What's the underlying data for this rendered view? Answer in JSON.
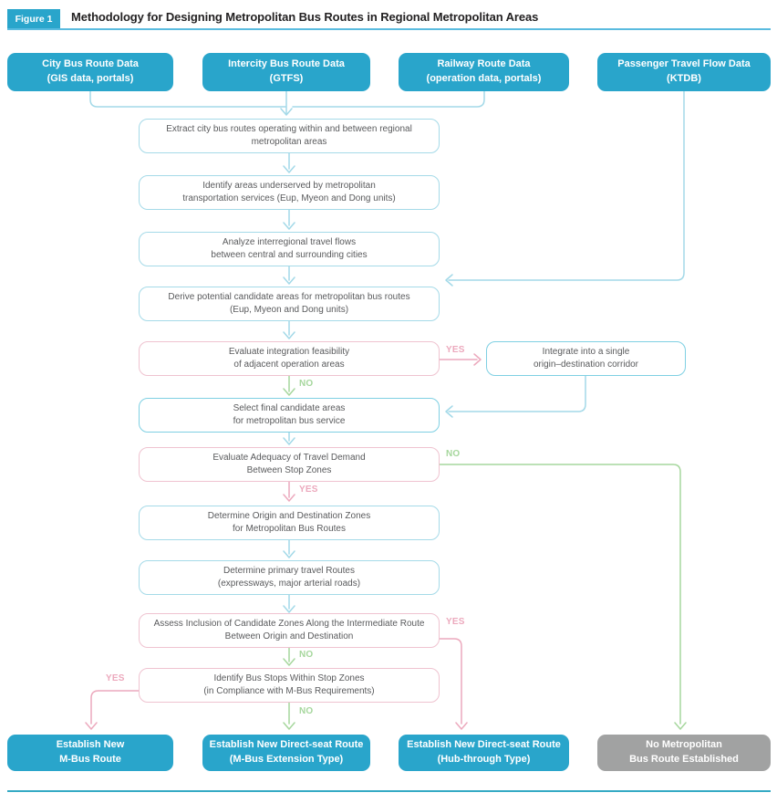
{
  "figure": {
    "badge": "Figure 1",
    "title": "Methodology for Designing Metropolitan Bus Routes in Regional Metropolitan Areas"
  },
  "labels": {
    "yes": "YES",
    "no": "NO"
  },
  "sources": [
    {
      "text": "City Bus Route Data\n(GIS data, portals)"
    },
    {
      "text": "Intercity Bus Route Data\n(GTFS)"
    },
    {
      "text": "Railway Route Data\n(operation data, portals)"
    },
    {
      "text": "Passenger Travel Flow Data\n(KTDB)"
    }
  ],
  "steps": {
    "extract": "Extract city bus routes operating within and between regional\nmetropolitan areas",
    "identify_underserved": "Identify areas underserved by metropolitan\ntransportation services (Eup, Myeon and Dong units)",
    "analyze_flows": "Analyze interregional travel flows\nbetween central and surrounding cities",
    "derive_candidates": "Derive potential candidate areas for metropolitan bus routes\n(Eup, Myeon and Dong units)",
    "evaluate_integration": "Evaluate integration feasibility\nof adjacent operation areas",
    "integrate_corridor": "Integrate into a single\norigin–destination corridor",
    "select_final": "Select final candidate areas\nfor metropolitan bus service",
    "evaluate_demand": "Evaluate Adequacy of Travel Demand\nBetween Stop Zones",
    "determine_od": "Determine Origin and Destination Zones\nfor Metropolitan Bus Routes",
    "determine_routes": "Determine primary travel Routes\n(expressways, major arterial roads)",
    "assess_inclusion": "Assess Inclusion of Candidate Zones Along the Intermediate Route\nBetween Origin and Destination",
    "identify_stops": "Identify Bus Stops Within Stop Zones\n(in Compliance with M-Bus Requirements)"
  },
  "outcomes": [
    {
      "text": "Establish New\nM-Bus Route"
    },
    {
      "text": "Establish New Direct-seat Route\n(M-Bus Extension Type)"
    },
    {
      "text": "Establish New Direct-seat Route\n(Hub-through Type)"
    },
    {
      "text": "No Metropolitan\nBus Route Established"
    }
  ],
  "colors": {
    "primary_blue": "#29a5cb",
    "gray": "#a1a2a2",
    "cyan_line": "#a3d9e8",
    "cyan_border": "#a5dae8",
    "cyan_strong": "#7fd0e3",
    "pink": "#efc3d0",
    "pink_strong": "#eca9bd",
    "green": "#a6d79d",
    "rule_blue": "#59bbdf",
    "rule_teal": "#35aac4"
  }
}
